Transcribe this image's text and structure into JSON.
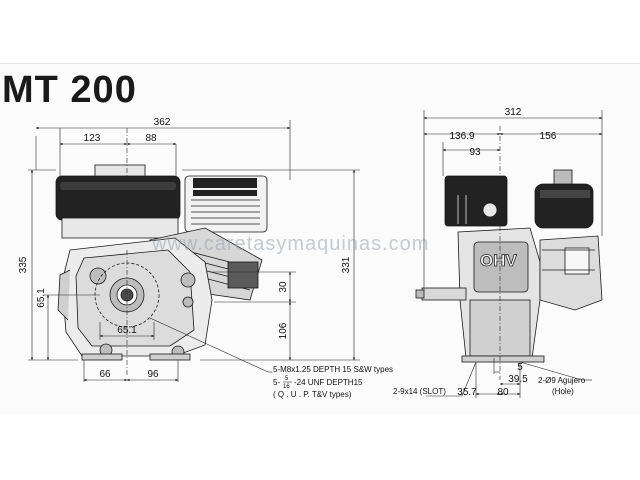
{
  "title": "MT 200",
  "watermark": "www.caretasymaquinas.com",
  "emblem": "OHV",
  "left_view": {
    "dims": {
      "overall_width": "362",
      "left_offset": "123",
      "center_offset": "88",
      "overall_height": "335",
      "right_height": "331",
      "shaft_height": "65.1",
      "bolt_circle": "65.1",
      "upper_right_height": "30",
      "lower_right_height": "106",
      "base_left": "66",
      "base_right": "96"
    },
    "notes": {
      "line1": "5-M8x1.25 DEPTH  15 S&W types",
      "line2_prefix": "5-",
      "line2_frac_num": "5",
      "line2_frac_den": "16",
      "line2_suffix": "-24  UNF  DEPTH15",
      "line3": "( Q . U . P. T&V types)"
    }
  },
  "right_view": {
    "dims": {
      "overall_width": "312",
      "left_width": "136.9",
      "right_width": "156",
      "center_width": "93",
      "small": "5",
      "offset_a": "39.5",
      "offset_b": "35.7",
      "base": "80"
    },
    "notes": {
      "slot": "2-9x14 (SLOT)",
      "hole_line1": "2-Ø9 Agujero",
      "hole_line2": "(Hole)"
    }
  }
}
